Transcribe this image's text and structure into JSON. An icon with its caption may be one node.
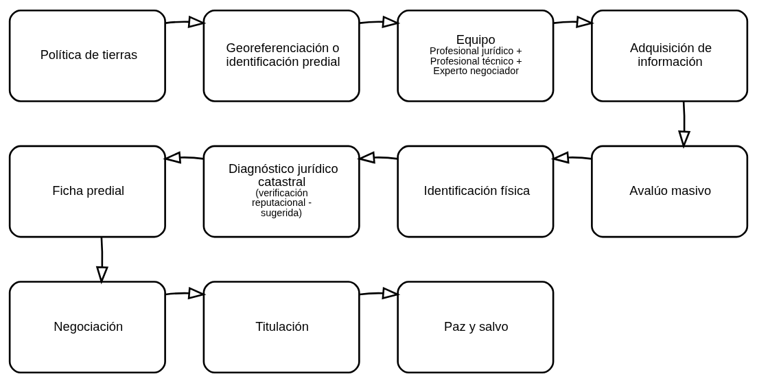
{
  "diagram": {
    "nodes": [
      {
        "text": [
          "Política de tierras"
        ]
      },
      {
        "text": [
          "Georeferenciación o identificación predial"
        ]
      },
      {
        "text": [
          "Equipo",
          "Profesional jurídico + Profesional técnico + Experto negociador"
        ]
      },
      {
        "text": [
          "Adquisición de información"
        ]
      },
      {
        "text": [
          "Avalúo masivo"
        ]
      },
      {
        "text": [
          "Identificación física"
        ]
      },
      {
        "text": [
          "Diagnóstico jurídico catastral",
          "(verificación reputacional - sugerida)"
        ]
      },
      {
        "text": [
          "Ficha predial"
        ]
      },
      {
        "text": [
          "Negociación"
        ]
      },
      {
        "text": [
          "Titulación"
        ]
      },
      {
        "text": [
          "Paz y salvo"
        ]
      }
    ],
    "edges": [
      {
        "from": 0,
        "to": 1,
        "arrow": "to"
      },
      {
        "from": 1,
        "to": 2,
        "arrow": "to"
      },
      {
        "from": 2,
        "to": 3,
        "arrow": "to"
      },
      {
        "from": 3,
        "to": 4,
        "arrow": "to"
      },
      {
        "from": 4,
        "to": 5,
        "arrow": "to"
      },
      {
        "from": 5,
        "to": 6,
        "arrow": "to"
      },
      {
        "from": 6,
        "to": 7,
        "arrow": "to"
      },
      {
        "from": 7,
        "to": 8,
        "arrow": "to"
      },
      {
        "from": 8,
        "to": 9,
        "arrow": "to"
      },
      {
        "from": 9,
        "to": 10,
        "arrow": "to"
      }
    ]
  }
}
